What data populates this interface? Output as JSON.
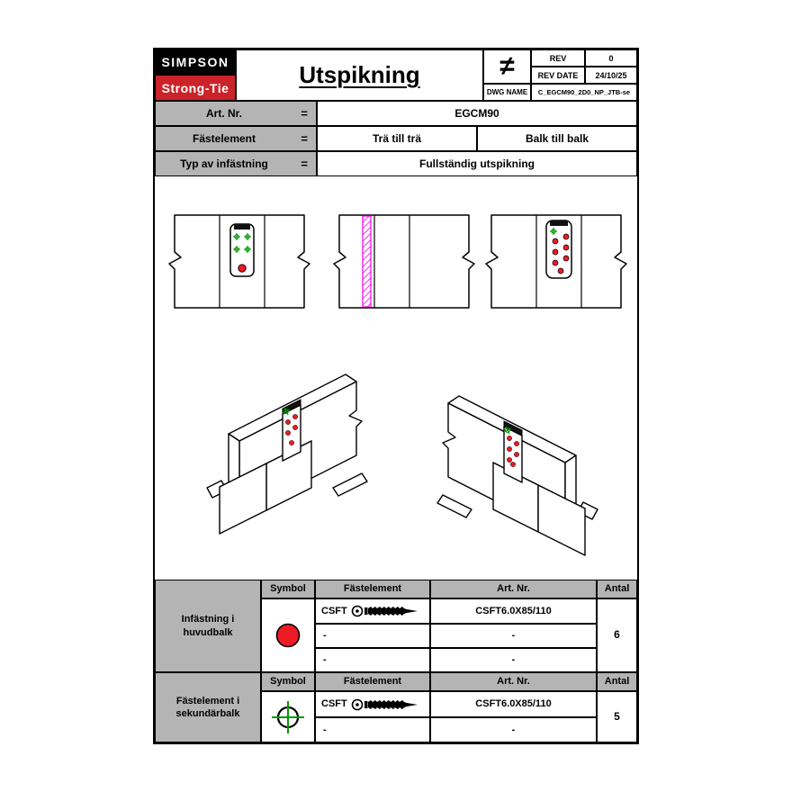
{
  "titleblock": {
    "logo_top": "SIMPSON",
    "logo_bottom": "Strong-Tie",
    "title": "Utspikning",
    "symbol": "≠",
    "rev_label": "REV",
    "rev_value": "0",
    "rev_date_label": "REV DATE",
    "rev_date_value": "24/10/25",
    "dwg_label": "DWG NAME",
    "dwg_value": "C_EGCM90_2D0_NP_JTB-se"
  },
  "info": {
    "rows": [
      {
        "label": "Art. Nr.",
        "eq": "=",
        "value": "EGCM90"
      },
      {
        "label": "Fästelement",
        "eq": "=",
        "value_left": "Trä till trä",
        "value_right": "Balk till balk"
      },
      {
        "label": "Typ av infästning",
        "eq": "=",
        "value": "Fullständig utspikning"
      }
    ]
  },
  "fastener_tables": [
    {
      "section_label": "Infästning i huvudbalk",
      "headers": {
        "symbol": "Symbol",
        "fastener": "Fästelement",
        "art": "Art. Nr.",
        "qty": "Antal"
      },
      "symbol_icon": "red-dot-symbol",
      "rows": [
        {
          "fastener": "CSFT",
          "art": "CSFT6.0X85/110"
        },
        {
          "fastener": "-",
          "art": "-"
        },
        {
          "fastener": "-",
          "art": "-"
        }
      ],
      "qty": "6"
    },
    {
      "section_label": "Fästelement i sekundärbalk",
      "headers": {
        "symbol": "Symbol",
        "fastener": "Fästelement",
        "art": "Art. Nr.",
        "qty": "Antal"
      },
      "symbol_icon": "crosshair-symbol",
      "rows": [
        {
          "fastener": "CSFT",
          "art": "CSFT6.0X85/110"
        },
        {
          "fastener": "-",
          "art": "-"
        }
      ],
      "qty": "5"
    }
  ],
  "colors": {
    "logo_red": "#cc2229",
    "marker_red": "#ed1c24",
    "marker_green": "#009900",
    "hatch_magenta": "#ee00ee",
    "table_gray": "#b4b4b4"
  }
}
